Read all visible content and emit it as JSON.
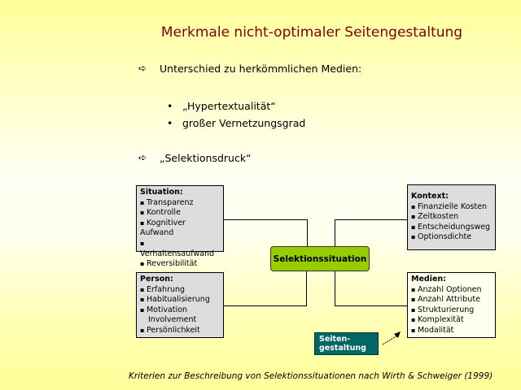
{
  "title": "Merkmale nicht-optimaler Seitengestaltung",
  "bullets": {
    "unterschied": "Unterschied zu herkömmlichen Medien:",
    "sub": [
      "„Hypertextualität“",
      "großer Vernetzungsgrad"
    ],
    "selektionsdruck": "„Selektionsdruck“"
  },
  "diagram": {
    "center": "Selektionssituation",
    "situation": {
      "heading": "Situation:",
      "items": [
        "Transparenz",
        "Kontrolle",
        "Kognitiver Aufwand",
        "Verhaltensaufwand",
        "Reversibilität"
      ]
    },
    "person": {
      "heading": "Person:",
      "items": [
        "Erfahrung",
        "Habitualisierung",
        "Motivation",
        "Involvement",
        "Persönlichkeit"
      ]
    },
    "kontext": {
      "heading": "Kontext:",
      "items": [
        "Finanzielle Kosten",
        "Zeitkosten",
        "Entscheidungsweg",
        "Optionsdichte"
      ]
    },
    "medien": {
      "heading": "Medien:",
      "items": [
        "Anzahl Optionen",
        "Anzahl Attribute",
        "Strukturierung",
        "Komplexität",
        "Modalität"
      ]
    },
    "seiten_line1": "Seiten-",
    "seiten_line2": "gestaltung"
  },
  "footer": "Kriterien zur Beschreibung von Selektionssituationen nach Wirth & Schweiger (1999)",
  "colors": {
    "title": "#800000",
    "center": "#99cc00",
    "seiten": "#006666",
    "grey_box": "#dddddd"
  }
}
